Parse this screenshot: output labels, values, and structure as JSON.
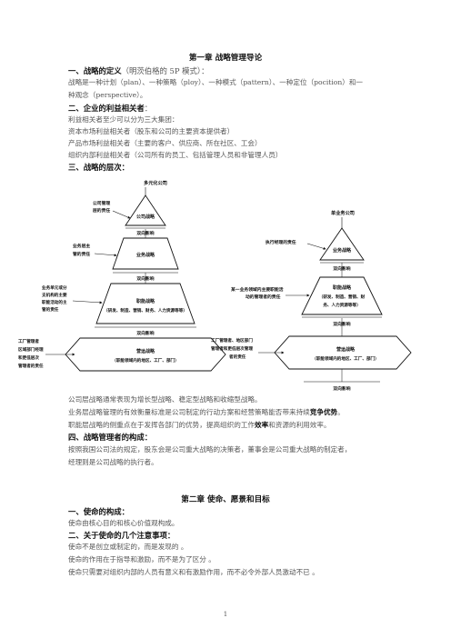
{
  "chapter1": {
    "title": "第一章 战略管理导论",
    "s1_heading": "一、战略的定义",
    "s1_sub": "（明茨伯格的 5P 模式）：",
    "s1_text_line1": "战略是一种计划（plan）、一种策略（ploy）、一种模式（pattern）、一种定位（pocition）和一",
    "s1_text_line2": "种观念（perspective）。",
    "s2_heading": "二、企业的利益相关者",
    "s2_colon": "：",
    "s2_lines": [
      "利益相关者至少可以分为三大集团：",
      "资本市场利益相关者（股东和公司的主要资本提供者）",
      "产品市场利益相关者（主要的客户、供应商、所在社区、工会）",
      "组织内部利益相关者（公司所有的员工、包括管理人员和非管理人员）"
    ],
    "s3_heading": "三、战略的层次：",
    "diagram": {
      "left_top_label": "多元化公司",
      "left_corp_mgmt": [
        "公司管理",
        "层的责任"
      ],
      "corp_strategy": "公司战略",
      "two_way_1": "双向影响",
      "biz_mgr": [
        "业务层主",
        "管的责任"
      ],
      "biz_strategy": "业务战略",
      "two_way_2": "双向影响",
      "unit_heads": [
        "业务单元或分",
        "支机构的主要",
        "职能活动的主",
        "管的责任"
      ],
      "func_strategy_left": "职能战略",
      "func_detail_left": "（研发、制造、营销、财务、人力资源等等）",
      "two_way_3": "双向影响",
      "factory_mgr": [
        "工厂管理者",
        "区域部门经理",
        "和更低层次",
        "管理者的责任"
      ],
      "ops_strategy_left": "营运战略",
      "ops_detail_left": "（职能领域内的地区、工厂、部门）",
      "right_top_label": "单业务公司",
      "exec_resp": "执行经理的责任",
      "right_biz_strategy": "业务战略",
      "right_two_way_1": "双向影响",
      "func_head_resp": [
        "某一业务领域内主要职能活",
        "动的管理者的责任"
      ],
      "func_strategy_right": "职能战略",
      "func_detail_right": [
        "（研发、制造、营销、财",
        "务、人力资源等等）"
      ],
      "right_two_way_2": "双向影响",
      "factory_mgr_right": [
        "工厂管理者、地区部门",
        "管理者和更低层次管理",
        "者的责任"
      ],
      "ops_strategy_right": "营运战略",
      "ops_detail_right": "（职能领域内的地区、工厂、部门）",
      "right_two_way_3": "双向影响"
    },
    "s3_after_1": "公司层战略通常表现为增长型战略、稳定型战略和收缩型战略。",
    "s3_after_2a": "业务层战略管理的有效衡量标准是公司制定的行动方案和经营策略能否带来持续",
    "s3_after_2b": "竞争优势",
    "s3_after_2c": "。",
    "s3_after_3a": "职能层战略的侧重点在于发挥各部门的优势，提高组织的工作",
    "s3_after_3b": "效率",
    "s3_after_3c": "和资源的利用效率。",
    "s4_heading": "四、战略管理者的构成：",
    "s4_line1": "按照我国公司法的规定，股东会是公司重大战略的决策者，董事会是公司重大战略的制定者，",
    "s4_line2": "经理则是公司战略的执行者。"
  },
  "chapter2": {
    "title": "第二章 使命、愿景和目标",
    "s1_heading": "一、使命的构成：",
    "s1_text": "使命由核心目的和核心价值观构成。",
    "s2_heading": "二、关于使命的几个注意事项：",
    "s2_lines": [
      "使命不是创立或制定的，而是发现的 。",
      "使命的作用在于指导和激励，而不是为了区分 。",
      "使命只需要对组织内部的人员有意义和有激励作用，而不必令外部人员激动不已 。"
    ]
  },
  "page_number": "1"
}
